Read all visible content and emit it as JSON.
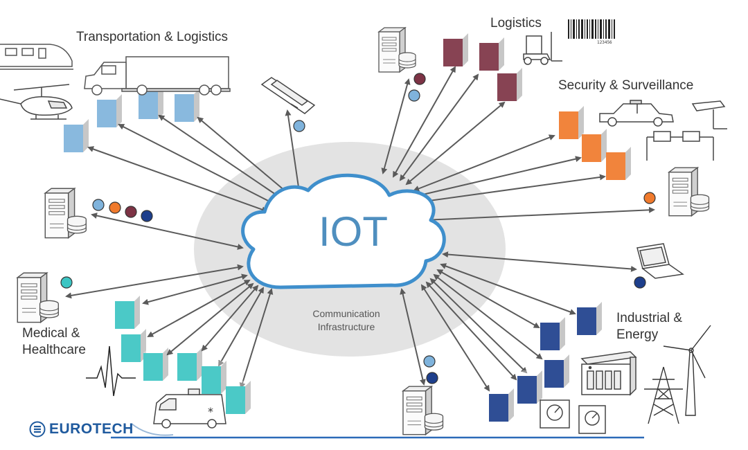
{
  "center": {
    "title": "IOT",
    "subtitle_line1": "Communication",
    "subtitle_line2": "Infrastructure"
  },
  "sectors": [
    {
      "label": "Transportation & Logistics"
    },
    {
      "label": "Logistics"
    },
    {
      "label": "Security & Surveillance"
    },
    {
      "label_line1": "Industrial &",
      "label_line2": "Energy"
    },
    {
      "label_line1": "Medical &",
      "label_line2": "Healthcare"
    }
  ],
  "barcode_number": "123456",
  "brand": {
    "name": "EUROTECH"
  },
  "colors": {
    "cloud_stroke": "#3f8fcc",
    "ellipse": "#e3e3e3",
    "arrow": "#5a5a5a",
    "transport": "#7fb3dc",
    "logistics": "#7d3345",
    "security": "#f07a2c",
    "industrial": "#1e3f8c",
    "medical": "#3cc5c3",
    "brand": "#1f5a9e"
  },
  "icons": [
    "train-icon",
    "truck-icon",
    "helicopter-icon",
    "mobile-device-icon",
    "server-icon",
    "forklift-icon",
    "barcode-icon",
    "police-car-icon",
    "surveillance-camera-icon",
    "laptop-icon",
    "control-panel-icon",
    "gauge-icon",
    "power-tower-icon",
    "wind-turbine-icon",
    "heartbeat-icon",
    "ambulance-icon"
  ]
}
